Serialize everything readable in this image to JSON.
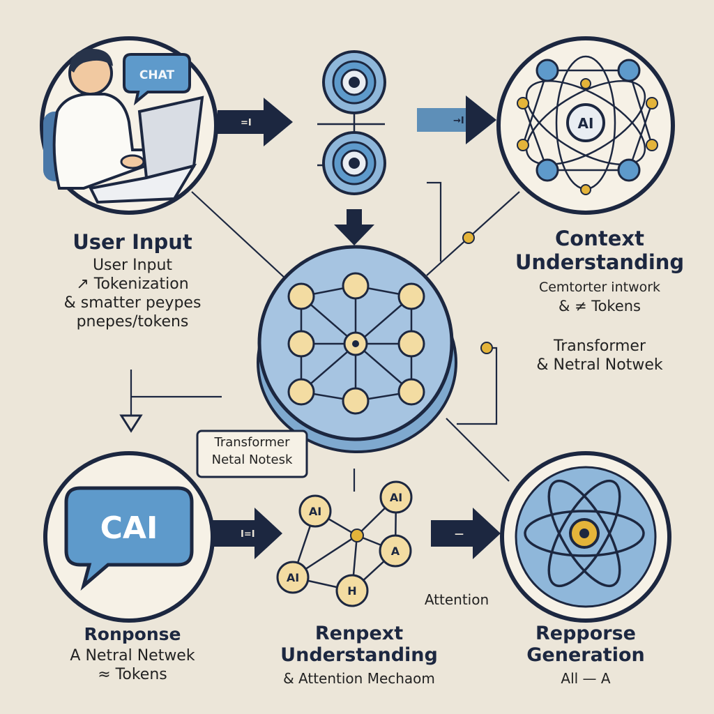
{
  "colors": {
    "background": "#ece6d9",
    "circle_fill": "#f6f1e6",
    "outline": "#1c2740",
    "node_blue": "#5e9acb",
    "node_cream": "#f3dca2",
    "node_gold": "#e4b43a",
    "hub_blue": "#8fb7da"
  },
  "icons": {
    "user": "person-at-laptop-icon",
    "chat_bubble": "speech-bubble-icon",
    "ai_atom": "atom-network-icon",
    "neural_hub": "neural-network-icon",
    "attention_graph": "attention-graph-icon",
    "response_atom": "atom-icon"
  },
  "top_left": {
    "bubble": "CHAT",
    "title": "User Input",
    "lines": [
      "User Input",
      "↗ Tokenization",
      "& smatter peypes",
      "pnepes/tokens"
    ]
  },
  "top_right": {
    "center_label": "AI",
    "title_lines": [
      "Context",
      "Understanding"
    ],
    "lines": [
      "Cemtorter intwork",
      "& ≠ Tokens"
    ]
  },
  "middle_right": {
    "lines": [
      "Transformer",
      "& Netral Notwek"
    ]
  },
  "hub_tag": {
    "lines": [
      "Transformer",
      "Netal Notesk"
    ]
  },
  "bottom_left": {
    "bubble": "CAI",
    "title": "Ronponse",
    "lines": [
      "A Netral Netwek",
      "≈ Tokens"
    ]
  },
  "bottom_middle": {
    "nodes": [
      "AI",
      "AI",
      "A",
      "AI",
      "H"
    ],
    "title_lines": [
      "Renpext",
      "Understanding"
    ],
    "sub": "& Attention Mechaom"
  },
  "attention_label": "Attention",
  "bottom_right": {
    "title_lines": [
      "Repporse",
      "Generation"
    ],
    "sub": "All — A"
  },
  "arrow_marks": [
    "=I",
    "→I",
    "I=I",
    "—"
  ]
}
